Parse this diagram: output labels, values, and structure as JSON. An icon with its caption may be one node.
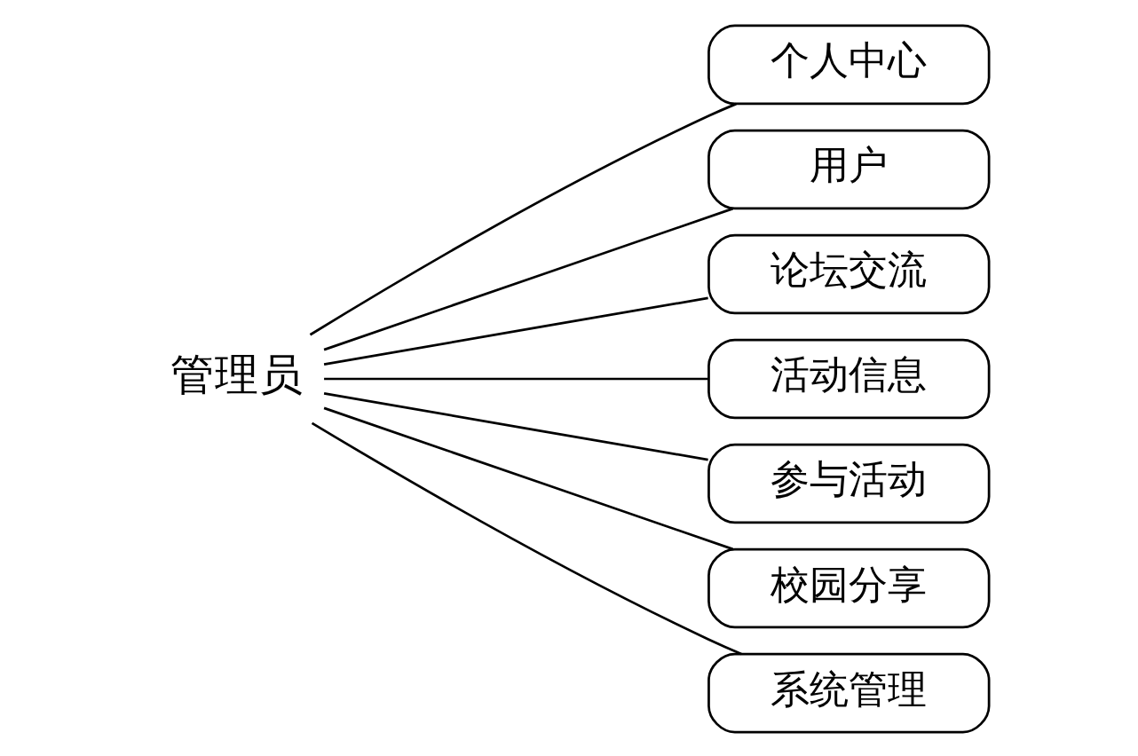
{
  "diagram": {
    "nodes": [
      {
        "text": [
          "管理员"
        ]
      },
      {
        "text": [
          "个人中心"
        ]
      },
      {
        "text": [
          "用户"
        ]
      },
      {
        "text": [
          "论坛交流"
        ]
      },
      {
        "text": [
          "活动信息"
        ]
      },
      {
        "text": [
          "参与活动"
        ]
      },
      {
        "text": [
          "校园分享"
        ]
      },
      {
        "text": [
          "系统管理"
        ]
      }
    ],
    "edges": [
      {
        "from": 0,
        "to": 1,
        "arrow": "none"
      },
      {
        "from": 0,
        "to": 2,
        "arrow": "none"
      },
      {
        "from": 0,
        "to": 3,
        "arrow": "none"
      },
      {
        "from": 0,
        "to": 4,
        "arrow": "none"
      },
      {
        "from": 0,
        "to": 5,
        "arrow": "none"
      },
      {
        "from": 0,
        "to": 6,
        "arrow": "none"
      },
      {
        "from": 0,
        "to": 7,
        "arrow": "none"
      }
    ]
  }
}
